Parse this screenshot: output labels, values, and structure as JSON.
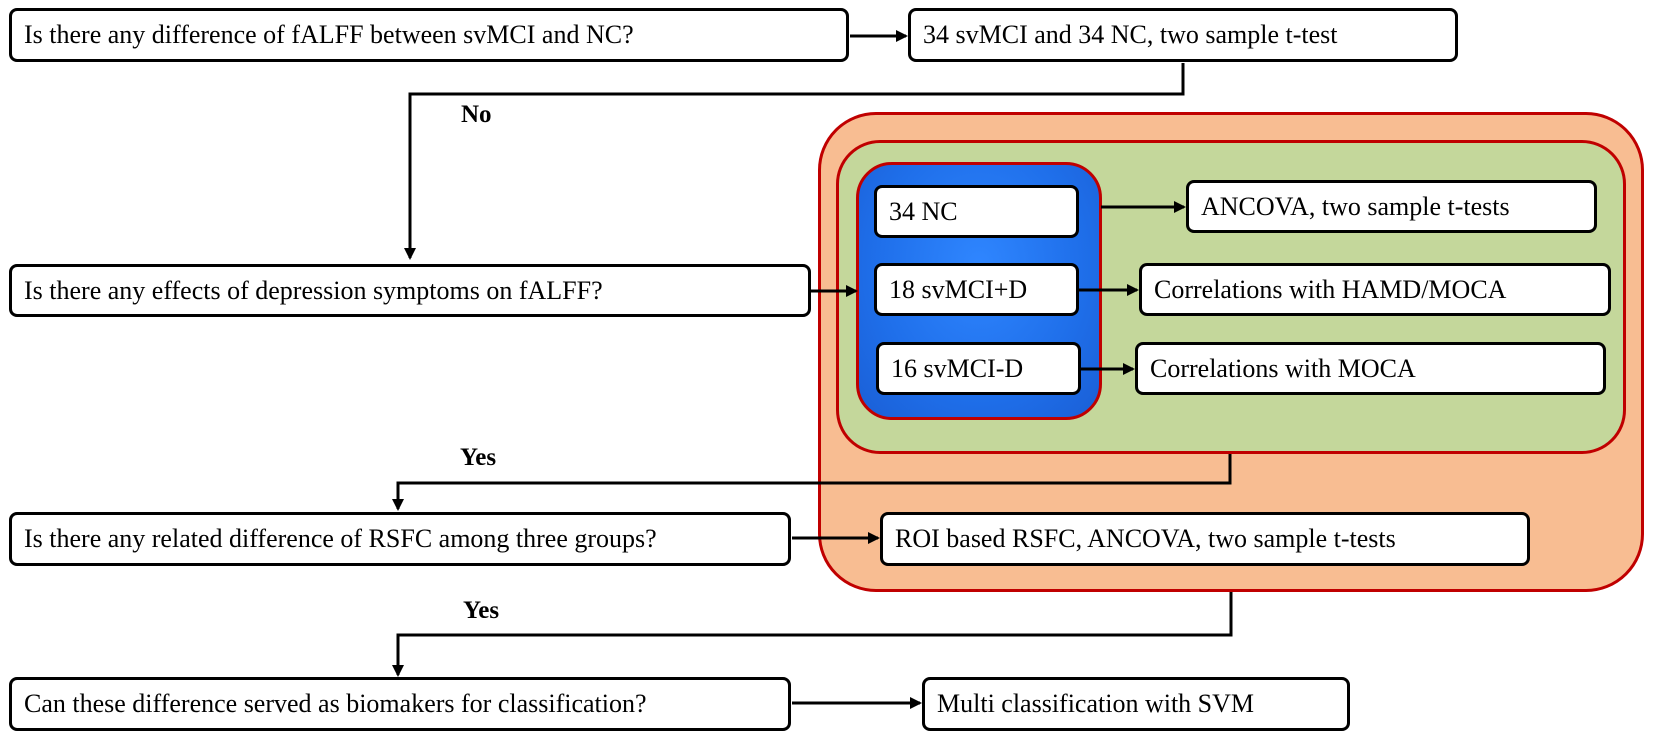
{
  "colors": {
    "outer_fill": "#f8bd92",
    "inner_fill": "#c4d79b",
    "group_fill": "#1f6fea",
    "region_border": "#c00000",
    "box_border": "#000000"
  },
  "questions": {
    "q1": "Is there any difference of fALFF between svMCI and NC?",
    "q2": "Is there any effects of  depression symptoms on fALFF?",
    "q3": "Is there any related difference of RSFC among three groups?",
    "q4": "Can these difference served as biomakers for classification?"
  },
  "methods": {
    "m1": "34 svMCI and 34 NC, two sample t-test",
    "m3": "ROI based RSFC, ANCOVA, two sample t-tests",
    "m4": "Multi classification with SVM"
  },
  "groups": {
    "nc": "34 NC",
    "svmci_plus_d": "18 svMCI+D",
    "svmci_minus_d": "16 svMCI-D"
  },
  "analyses": {
    "nc": "ANCOVA, two sample t-tests",
    "svmci_plus_d": "Correlations with HAMD/MOCA",
    "svmci_minus_d": "Correlations with MOCA"
  },
  "decisions": {
    "d1": "No",
    "d2": "Yes",
    "d3": "Yes"
  }
}
